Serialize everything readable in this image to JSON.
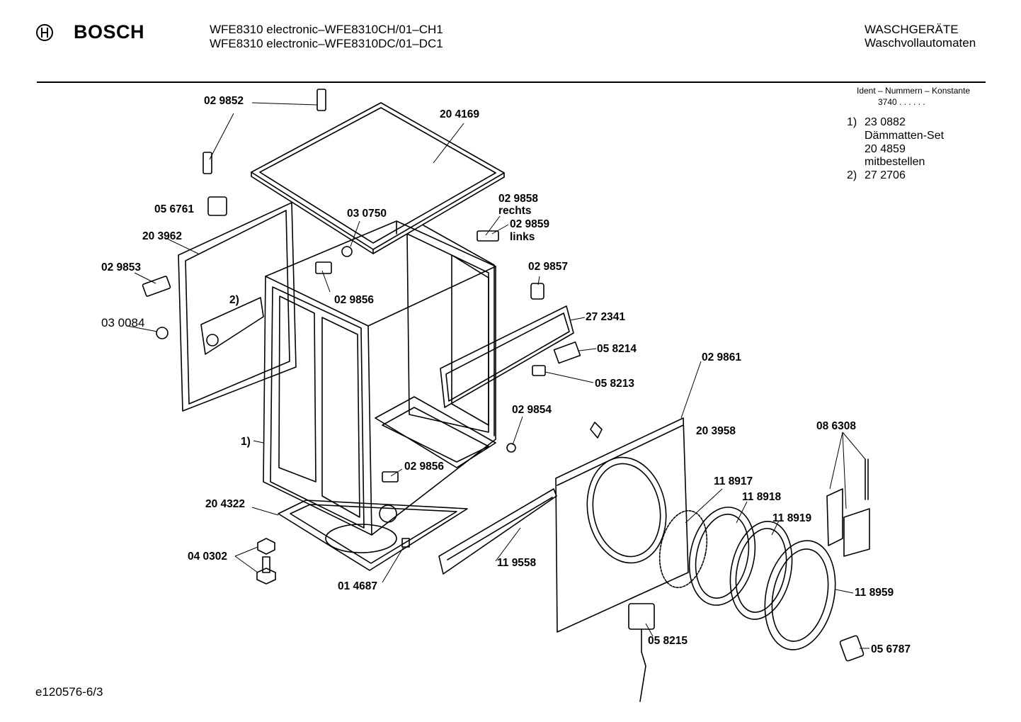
{
  "header": {
    "brand": "BOSCH",
    "model_lines": [
      "WFE8310 electronic–WFE8310CH/01–CH1",
      "WFE8310 electronic–WFE8310DC/01–DC1"
    ],
    "category": "WASCHGERÄTE",
    "subcategory": "Waschvollautomaten"
  },
  "ident": {
    "title": "Ident – Nummern – Konstante",
    "value": "3740 . .   . . . ."
  },
  "notes": [
    {
      "marker": "1)",
      "lines": [
        "23 0882",
        "Dämmatten-Set",
        "20 4859",
        "mitbestellen"
      ]
    },
    {
      "marker": "2)",
      "lines": [
        "27 2706"
      ]
    }
  ],
  "part_labels": {
    "p029852": "02 9852",
    "p204169": "20 4169",
    "p056761": "05 6761",
    "p029858": "02 9858",
    "rechts": "rechts",
    "p029859": "02 9859",
    "links": "links",
    "p030750": "03 0750",
    "p203962": "20 3962",
    "p029853": "02 9853",
    "p029857": "02 9857",
    "note2": "2)",
    "p029856a": "02 9856",
    "p030084": "03 0084",
    "p272341": "27 2341",
    "p058214": "05 8214",
    "p029861": "02 9861",
    "p058213": "05 8213",
    "p029854": "02 9854",
    "p203958": "20 3958",
    "p086308": "08 6308",
    "note1": "1)",
    "p029856b": "02 9856",
    "p118917": "11 8917",
    "p118918": "11 8918",
    "p204322": "20 4322",
    "p118919": "11 8919",
    "p040302": "04 0302",
    "p119558": "11 9558",
    "p014687": "01 4687",
    "p118959": "11 8959",
    "p058215": "05 8215",
    "p056787": "05 6787"
  },
  "footer": {
    "doc_id": "e120576-6/3"
  }
}
